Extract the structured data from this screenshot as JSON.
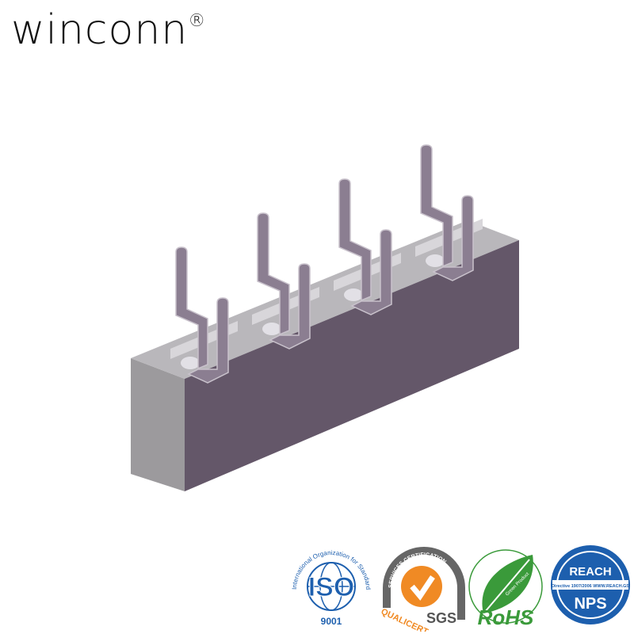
{
  "brand": {
    "name": "winconn",
    "registered_mark": "®"
  },
  "product": {
    "pin_pairs": 4,
    "colors": {
      "body_front": "#645769",
      "body_side": "#9c9a9d",
      "body_top": "#b9b7bb",
      "pin": "#8b7e91",
      "pin_light": "#c9c2cc"
    }
  },
  "certifications": {
    "iso": {
      "arc_text": "International Organization for Standardization",
      "mark": "ISO",
      "number": "9001",
      "color": "#1d5fae"
    },
    "sgs": {
      "arc_text": "SERVICES CERTIFICATION",
      "side_text": "QUALICERT",
      "mark": "SGS",
      "color": "#f08a24"
    },
    "rohs": {
      "leaf_text": "Green Product",
      "mark": "RoHS",
      "color": "#3a9a3a"
    },
    "reach": {
      "title": "REACH",
      "directive": "Directive 1907/2006  WWW.REACH.GS",
      "mark": "NPS",
      "color": "#1d5fae"
    }
  }
}
